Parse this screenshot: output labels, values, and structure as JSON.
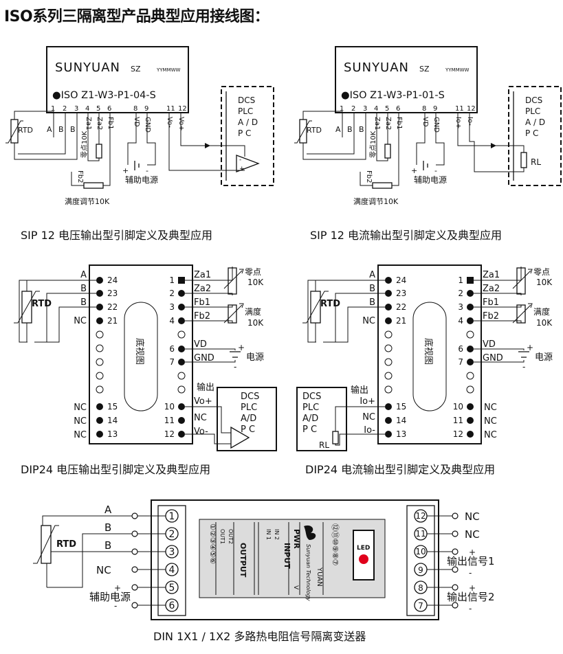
{
  "title": "ISO系列三隔离型产品典型应用接线图：",
  "sip": {
    "brand": "SUNYUAN",
    "brand_sz": "SZ",
    "date_code": "YYMMWW",
    "pin_numbers": [
      "1",
      "2",
      "3",
      "4",
      "5",
      "6",
      "8",
      "9",
      "11",
      "12"
    ],
    "rtd": "RTD",
    "a": "A",
    "b": "B",
    "za1": "Za1",
    "za2": "Za2",
    "fb1": "Fb1",
    "fb2": "Fb2",
    "vd": "VD",
    "gnd": "GND",
    "zero_adj": "零点10K",
    "span_adj": "满度调节10K",
    "aux_power": "辅助电源",
    "plus": "+",
    "minus": "-",
    "dcs": "DCS",
    "plc": "PLC",
    "ad": "A / D",
    "pc": "P   C",
    "rl": "RL",
    "voltage": {
      "model": "●ISO  Z1-W3-P1-04-S",
      "out_minus": "Vo-",
      "out_plus": "Vo+",
      "caption": "SIP 12 电压输出型引脚定义及典型应用"
    },
    "current": {
      "model": "●ISO  Z1-W3-P1-01-S",
      "out_plus": "Io+",
      "out_minus": "Io-",
      "caption": "SIP 12 电流输出型引脚定义及典型应用"
    }
  },
  "dip": {
    "rtd": "RTD",
    "a": "A",
    "b": "B",
    "nc": "NC",
    "bottom_view": "底视图",
    "left_pins": [
      "24",
      "23",
      "22",
      "21",
      "15",
      "14",
      "13"
    ],
    "right_pins": [
      "1",
      "2",
      "3",
      "4",
      "6",
      "7",
      "10",
      "11",
      "12"
    ],
    "za1": "Za1",
    "za2": "Za2",
    "fb1": "Fb1",
    "fb2": "Fb2",
    "zero": "零点",
    "span": "满度",
    "k10": "10K",
    "vd": "VD",
    "gnd": "GND",
    "power": "电源",
    "output": "输出",
    "plus": "+",
    "minus": "-",
    "dcs": "DCS",
    "plc": "PLC",
    "ad": "A/D",
    "pc": "P  C",
    "rl": "RL",
    "voltage": {
      "out_plus": "Vo+",
      "out_minus": "Vo-",
      "caption": "DIP24 电压输出型引脚定义及典型应用"
    },
    "current": {
      "out_plus": "Io+",
      "out_minus": "Io-",
      "caption": "DIP24  电流输出型引脚定义及典型应用"
    }
  },
  "din": {
    "rtd": "RTD",
    "a": "A",
    "b": "B",
    "nc": "NC",
    "aux_power": "辅助电源",
    "plus": "+",
    "minus": "-",
    "terminals_left": [
      "1",
      "2",
      "3",
      "4",
      "5",
      "6"
    ],
    "terminals_right": [
      "12",
      "11",
      "10",
      "9",
      "8",
      "7"
    ],
    "signal1": "输出信号1",
    "signal2": "输出信号2",
    "led": "LED",
    "label_output": "OUTPUT",
    "label_input": "INPUT",
    "label_pwr": "PWR",
    "label_out1": "OUT1",
    "label_out2": "OUT2",
    "label_in1": "IN 1",
    "label_in2": "IN 2",
    "label_v": "V",
    "label_left_nums": "①②③④⑤⑥",
    "label_right_nums": "⑫⑪⑩⑨⑧⑦",
    "brand_line": "Sunyuan Technology",
    "brand_yuan": "YUAN",
    "caption": "DIN  1X1 / 1X2 多路热电阻信号隔离变送器"
  },
  "colors": {
    "line": "#111111",
    "panel": "#dcdcdc",
    "led": "#e0001b"
  }
}
